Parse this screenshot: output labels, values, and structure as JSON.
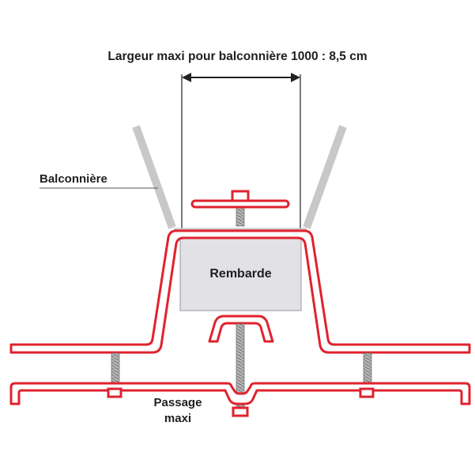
{
  "labels": {
    "width_dimension": "Largeur maxi pour balconnière 1000 : 8,5 cm",
    "balconniere": "Balconnière",
    "rembarde": "Rembarde",
    "passage_line1": "Passage",
    "passage_line2": "maxi"
  },
  "colors": {
    "bracket_red": "#e0222e",
    "balconniere_gray": "#c8c8c8",
    "rembarde_fill": "#e2e2e6",
    "dimension_line": "#222222",
    "screw_gray": "#909090"
  }
}
